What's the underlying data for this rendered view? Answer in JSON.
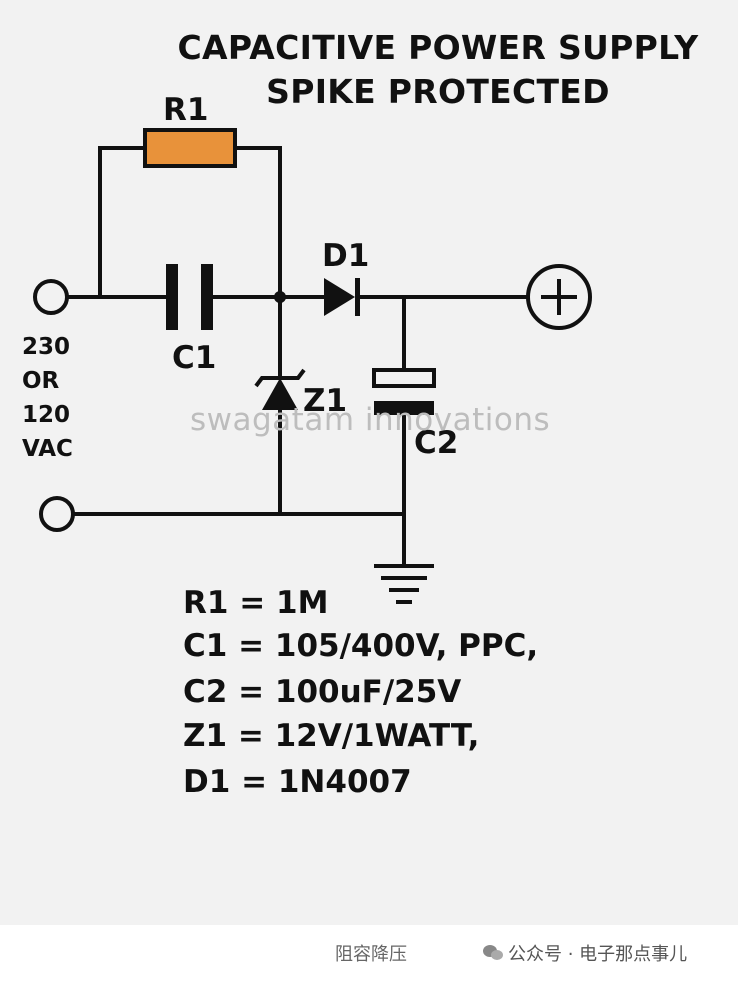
{
  "title_line1": "CAPACITIVE POWER SUPPLY",
  "title_line2": "SPIKE PROTECTED",
  "labels": {
    "r1": "R1",
    "c1": "C1",
    "d1": "D1",
    "z1": "Z1",
    "c2": "C2"
  },
  "input_voltage": [
    "230",
    "OR",
    "120",
    "VAC"
  ],
  "watermark": "swagatam innovations",
  "specs": [
    "R1 = 1M",
    "C1 = 105/400V, PPC,",
    "C2 = 100uF/25V",
    "Z1 = 12V/1WATT,",
    "D1 = 1N4007"
  ],
  "footer": {
    "caption": "阻容降压",
    "account": "公众号 · 电子那点事儿"
  },
  "colors": {
    "resistor": "#e8923a",
    "wire": "#111111",
    "background": "#f2f2f2"
  }
}
